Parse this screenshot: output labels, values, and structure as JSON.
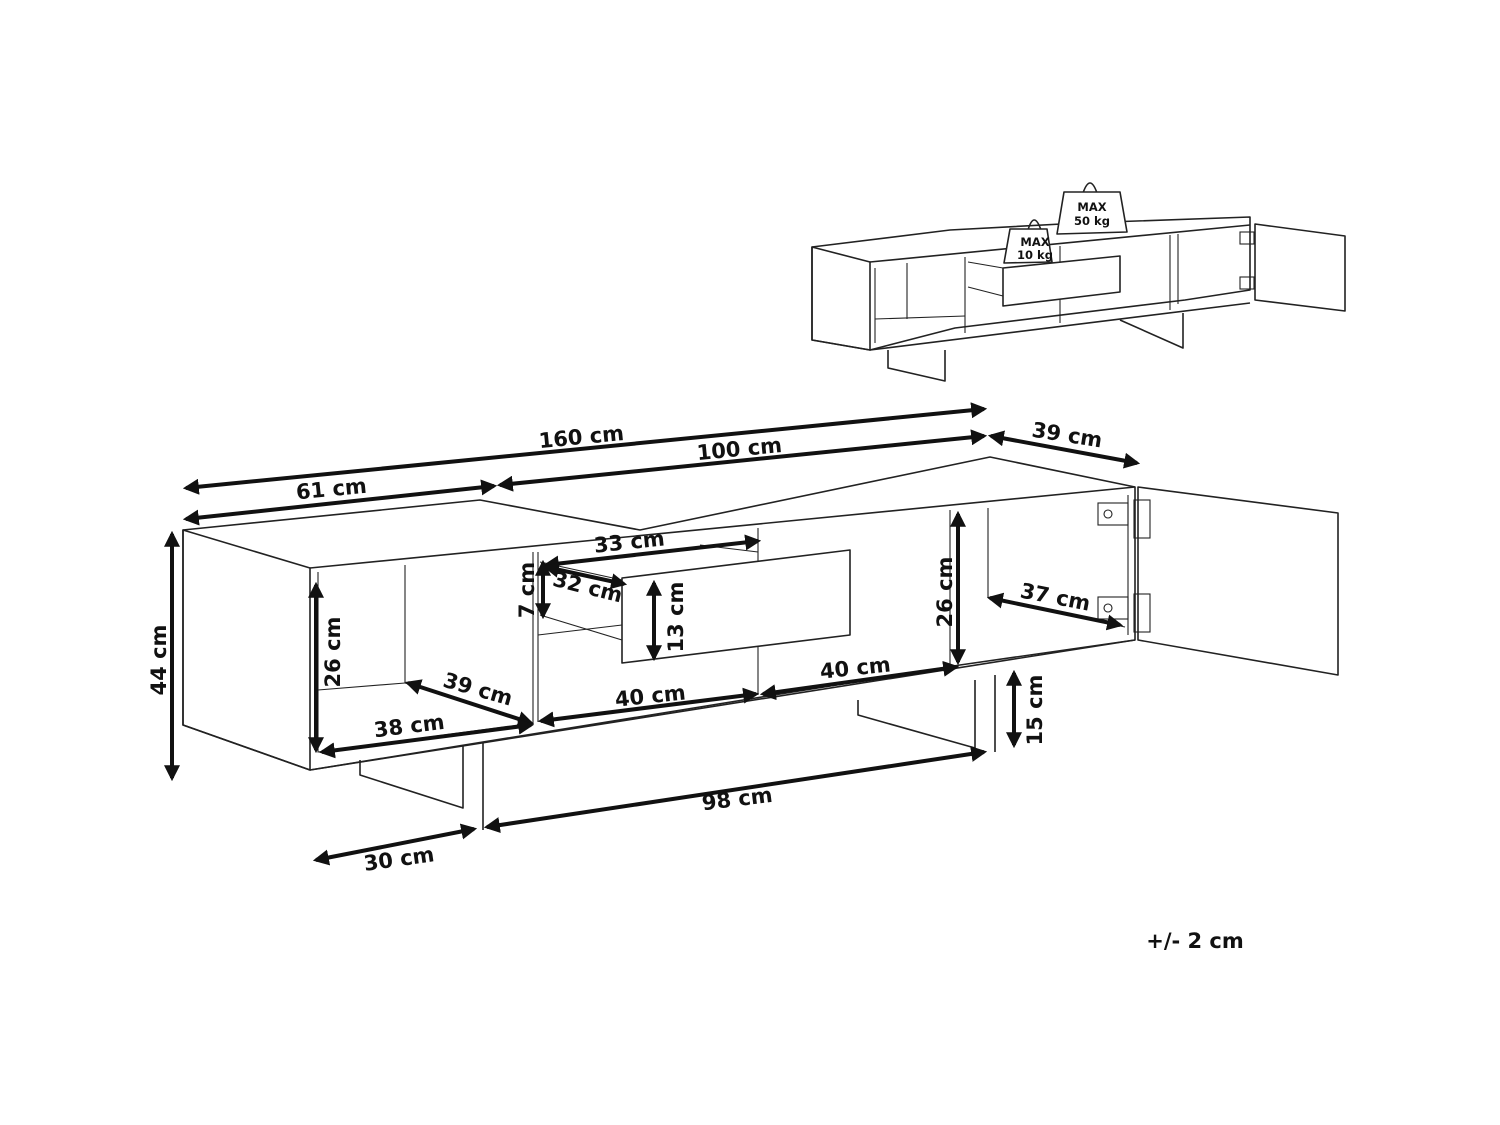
{
  "weights": {
    "drawer_top": "MAX",
    "drawer_load": "10 kg",
    "top_surface": "MAX",
    "top_load": "50 kg"
  },
  "dimensions": {
    "total_width": "160 cm",
    "right_section_width": "100 cm",
    "left_section_width": "61 cm",
    "depth_top": "39 cm",
    "height": "44 cm",
    "left_inner_height": "26 cm",
    "left_inner_depth": "39 cm",
    "left_inner_width": "38 cm",
    "drawer_inner_width": "33 cm",
    "drawer_inner_depth": "32 cm",
    "drawer_inner_height": "7 cm",
    "drawer_front_height": "13 cm",
    "middle_width_1": "40 cm",
    "middle_width_2": "40 cm",
    "right_inner_height": "26 cm",
    "right_inner_depth": "37 cm",
    "leg_height": "15 cm",
    "leg_span": "98 cm",
    "leg_depth": "30 cm"
  },
  "tolerance": "+/- 2 cm",
  "colors": {
    "line": "#222222",
    "background": "#ffffff"
  }
}
